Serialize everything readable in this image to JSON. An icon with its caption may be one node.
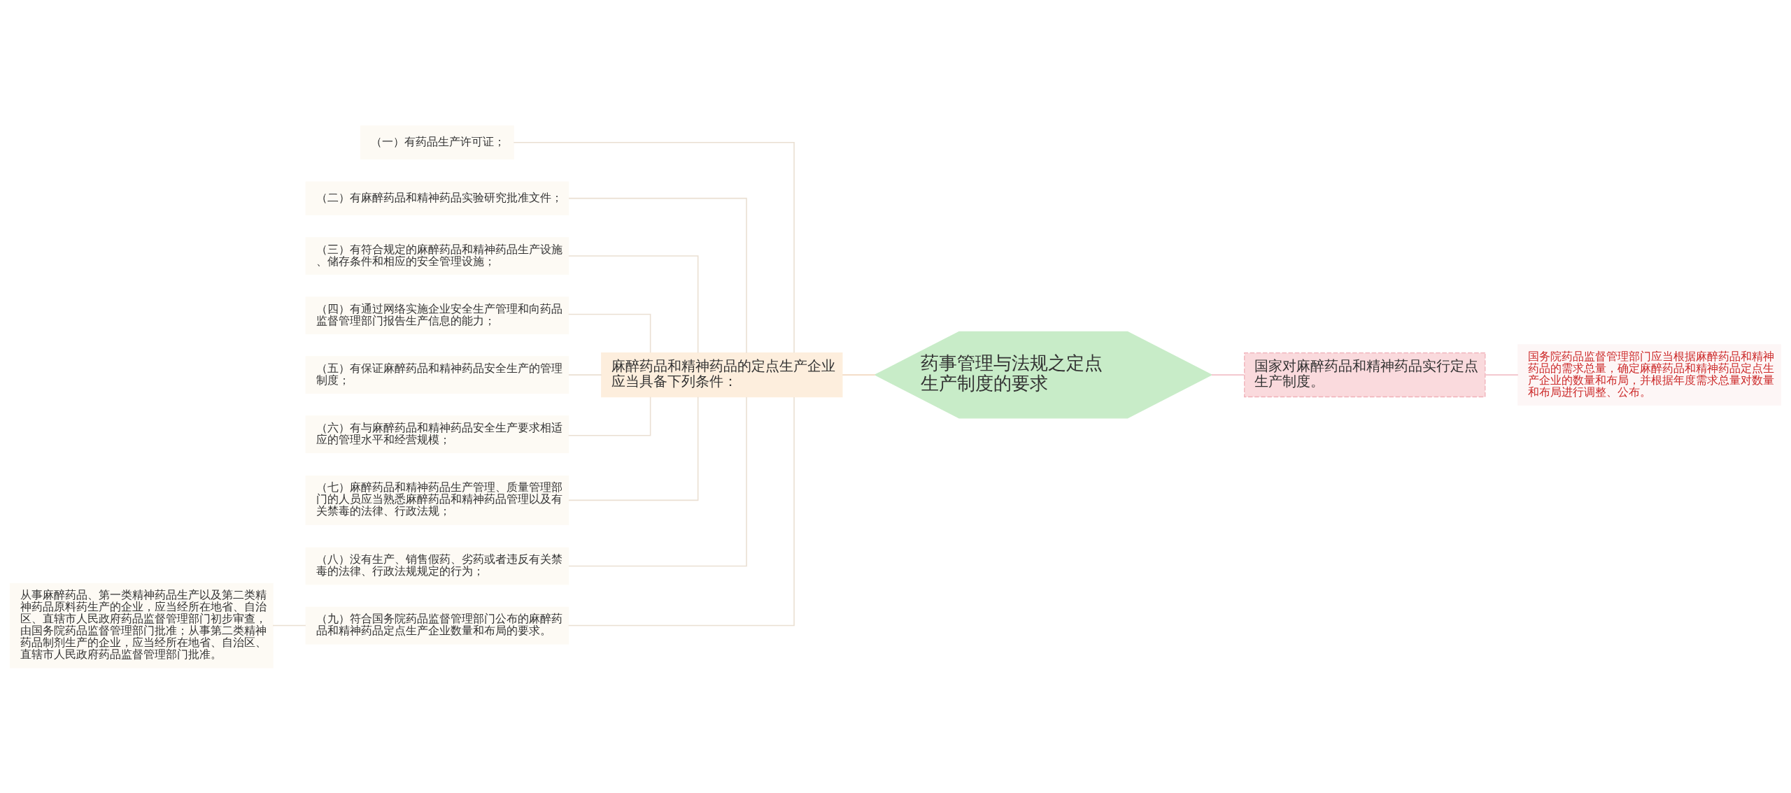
{
  "diagram": {
    "nodes": [
      {
        "text": [
          "药事管理与法规之定点生产制度的要求"
        ]
      },
      {
        "text": [
          "麻醉药品和精神药品的定点生产企业应当具备下列条件："
        ]
      },
      {
        "text": [
          "（一）有药品生产许可证；"
        ]
      },
      {
        "text": [
          "（二）有麻醉药品和精神药品实验研究批准文件；"
        ]
      },
      {
        "text": [
          "（三）有符合规定的麻醉药品和精神药品生产设施、储存条件和相应的安全管理设施；"
        ]
      },
      {
        "text": [
          "（四）有通过网络实施企业安全生产管理和向药品监督管理部门报告生产信息的能力；"
        ]
      },
      {
        "text": [
          "（五）有保证麻醉药品和精神药品安全生产的管理制度；"
        ]
      },
      {
        "text": [
          "（六）有与麻醉药品和精神药品安全生产要求相适应的管理水平和经营规模；"
        ]
      },
      {
        "text": [
          "（七）麻醉药品和精神药品生产管理、质量管理部门的人员应当熟悉麻醉药品和精神药品管理以及有关禁毒的法律、行政法规；"
        ]
      },
      {
        "text": [
          "（八）没有生产、销售假药、劣药或者违反有关禁毒的法律、行政法规规定的行为；"
        ]
      },
      {
        "text": [
          "（九）符合国务院药品监督管理部门公布的麻醉药品和精神药品定点生产企业数量和布局的要求。"
        ]
      },
      {
        "text": [
          "从事麻醉药品、第一类精神药品生产以及第二类精神药品原料药生产的企业，应当经所在地省、自治区、直辖市人民政府药品监督管理部门初步审查，由国务院药品监督管理部门批准；从事第二类精神药品制剂生产的企业，应当经所在地省、自治区、直辖市人民政府药品监督管理部门批准。"
        ]
      },
      {
        "text": [
          "国家对麻醉药品和精神药品实行定点生产制度。"
        ]
      },
      {
        "text": [
          "国务院药品监督管理部门应当根据麻醉药品和精神药品的需求总量，确定麻醉药品和精神药品定点生产企业的数量和布局，并根据年度需求总量对数量和布局进行调整、公布。"
        ]
      }
    ],
    "edges": [
      {
        "from": 0,
        "to": 1,
        "arrow": "none"
      },
      {
        "from": 1,
        "to": 2,
        "arrow": "none"
      },
      {
        "from": 1,
        "to": 3,
        "arrow": "none"
      },
      {
        "from": 1,
        "to": 4,
        "arrow": "none"
      },
      {
        "from": 1,
        "to": 5,
        "arrow": "none"
      },
      {
        "from": 1,
        "to": 6,
        "arrow": "none"
      },
      {
        "from": 1,
        "to": 7,
        "arrow": "none"
      },
      {
        "from": 1,
        "to": 8,
        "arrow": "none"
      },
      {
        "from": 1,
        "to": 9,
        "arrow": "none"
      },
      {
        "from": 1,
        "to": 10,
        "arrow": "none"
      },
      {
        "from": 10,
        "to": 11,
        "arrow": "none"
      },
      {
        "from": 0,
        "to": 12,
        "arrow": "none"
      },
      {
        "from": 12,
        "to": 13,
        "arrow": "none"
      }
    ]
  }
}
